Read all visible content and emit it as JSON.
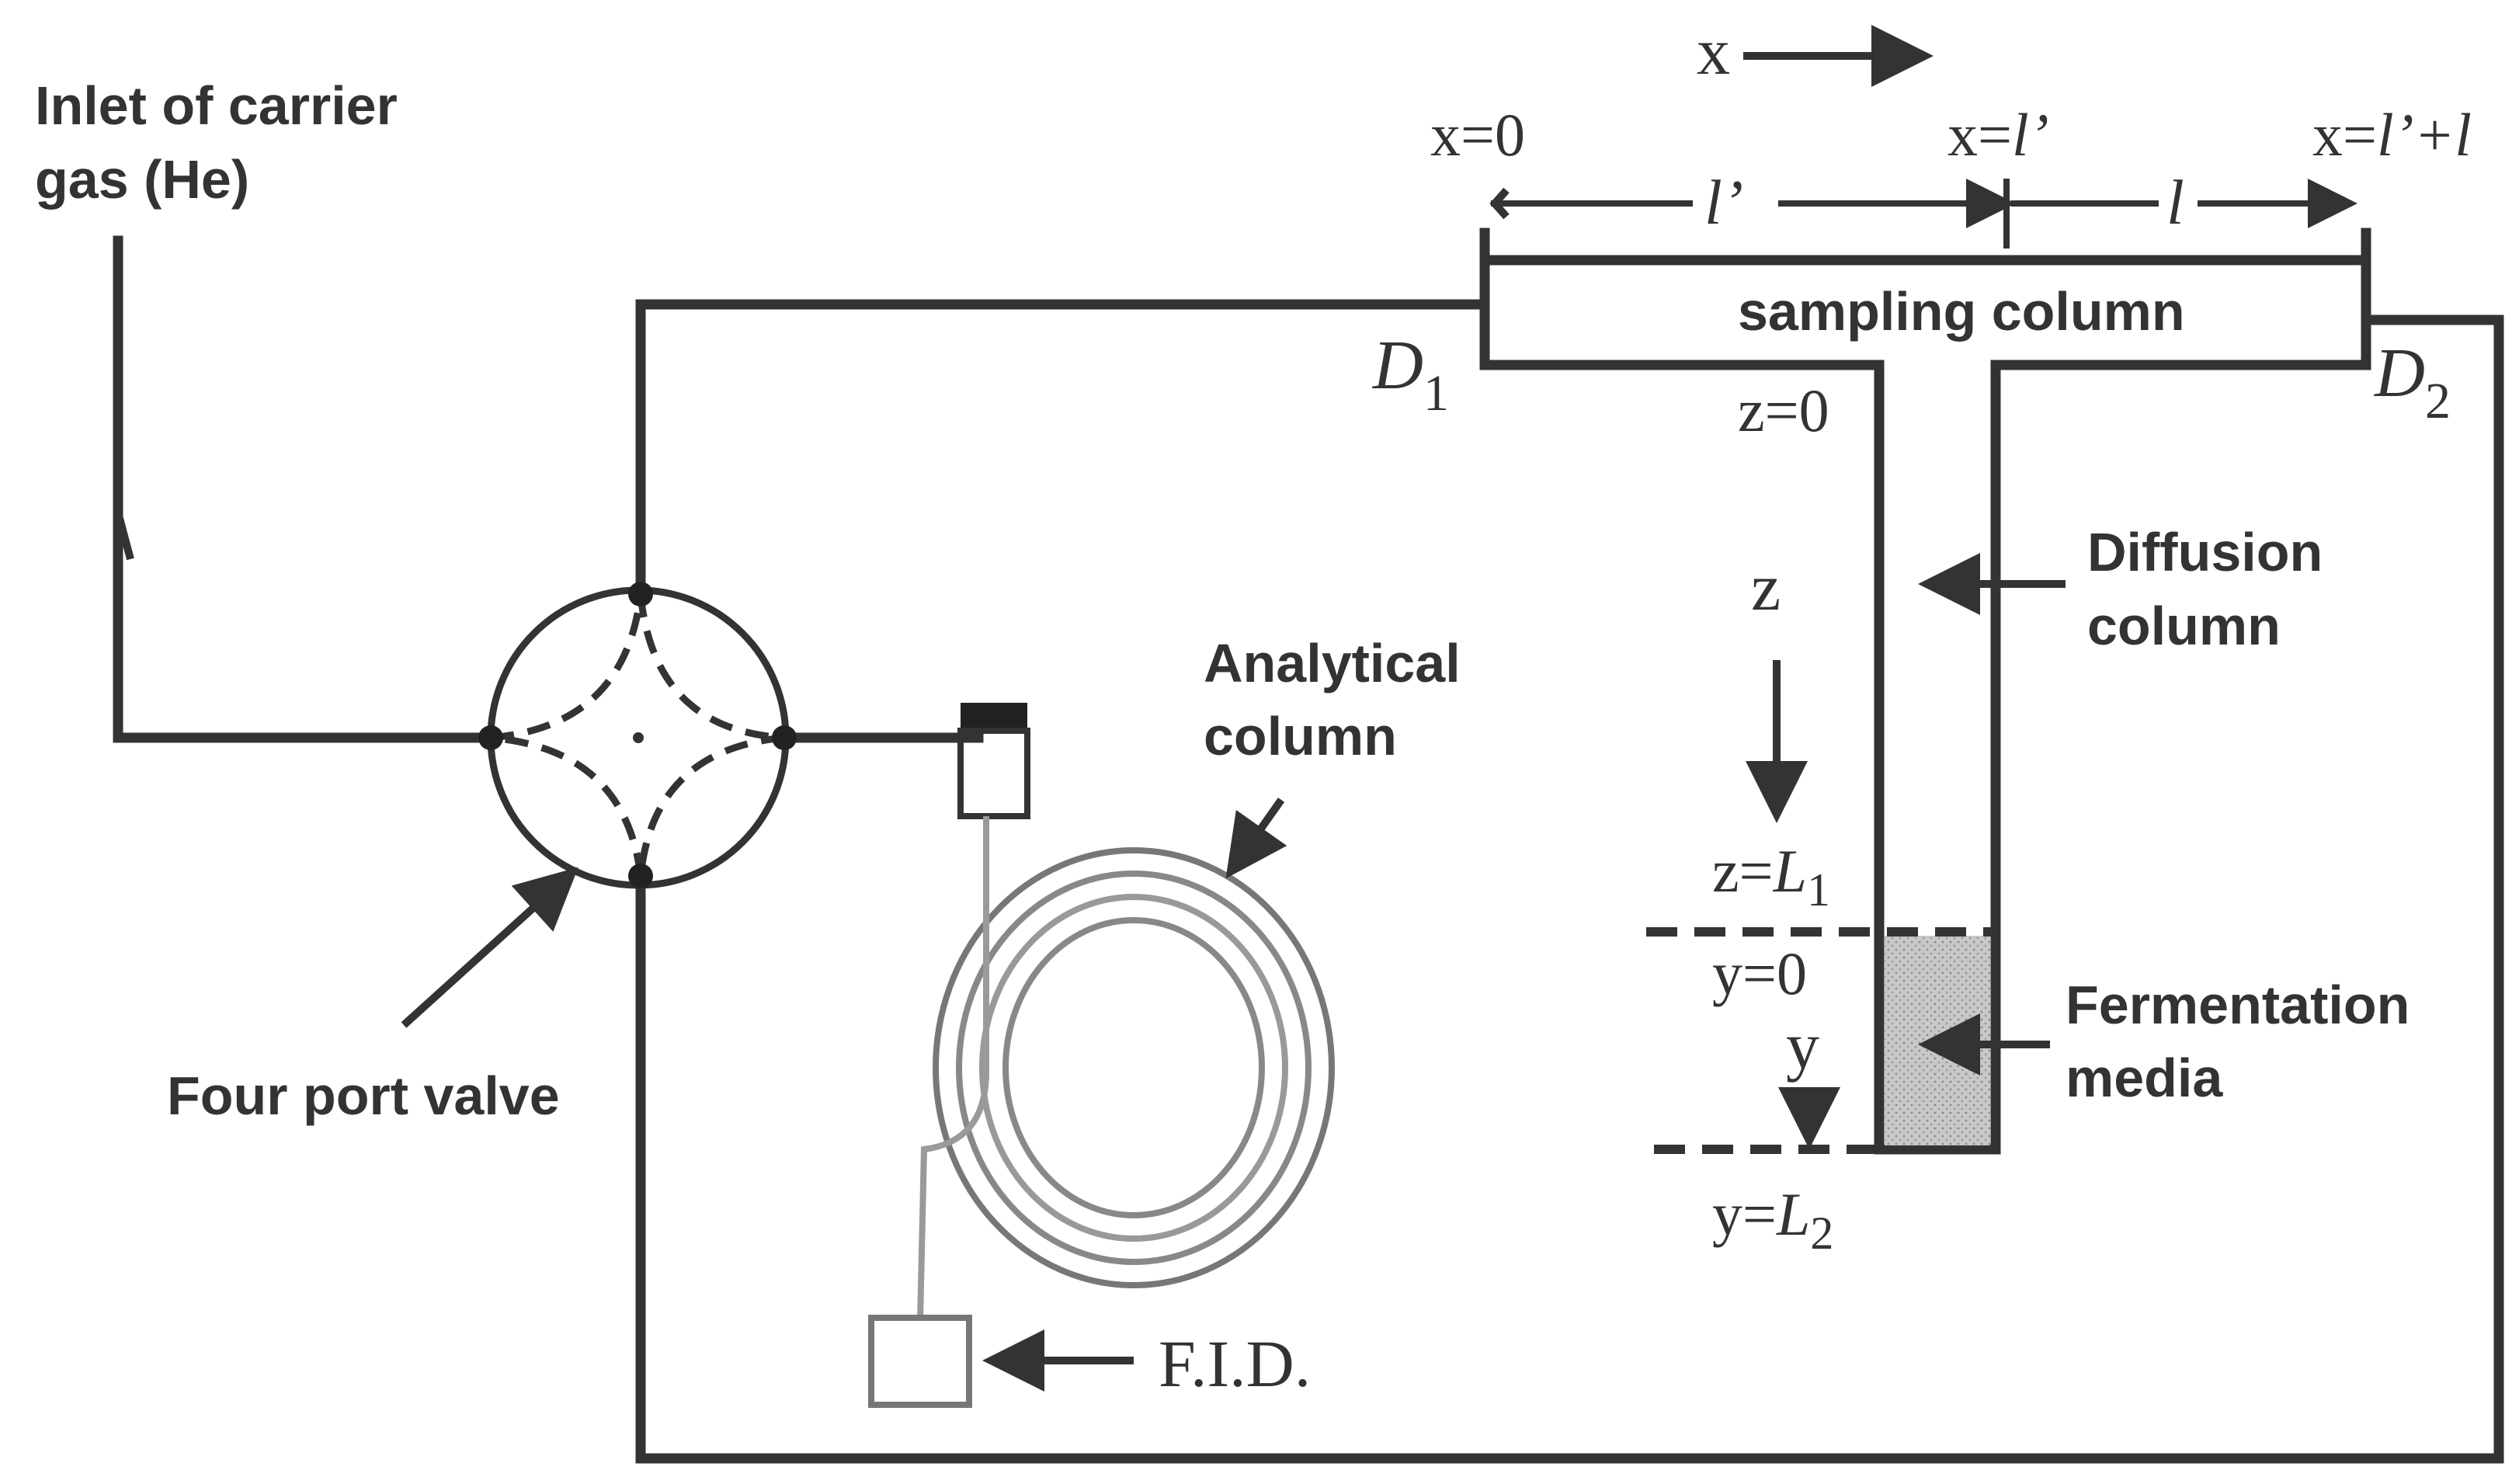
{
  "labels": {
    "inlet_line1": "Inlet of carrier",
    "inlet_line2": "gas (He)",
    "four_port_valve": "Four port valve",
    "analytical_line1": "Analytical",
    "analytical_line2": "column",
    "fid": "F.I.D.",
    "sampling_column": "sampling column",
    "diffusion_line1": "Diffusion",
    "diffusion_line2": "column",
    "fermentation_line1": "Fermentation",
    "fermentation_line2": "media"
  },
  "axis": {
    "x_dir": "x",
    "x0_prefix": "x=0",
    "xl_prefix": "x=",
    "xl_value": "l’",
    "xll_prefix": "x=",
    "xll_value": "l’+l",
    "lprime": "l’",
    "l": "l",
    "z_dir": "z",
    "z0": "z=0",
    "zL1_prefix": "z=",
    "zL1_var": "L",
    "zL1_sub": "1",
    "y0": "y=0",
    "y_dir": "y",
    "yL2_prefix": "y=",
    "yL2_var": "L",
    "yL2_sub": "2",
    "D1_var": "D",
    "D1_sub": "1",
    "D2_var": "D",
    "D2_sub": "2"
  }
}
